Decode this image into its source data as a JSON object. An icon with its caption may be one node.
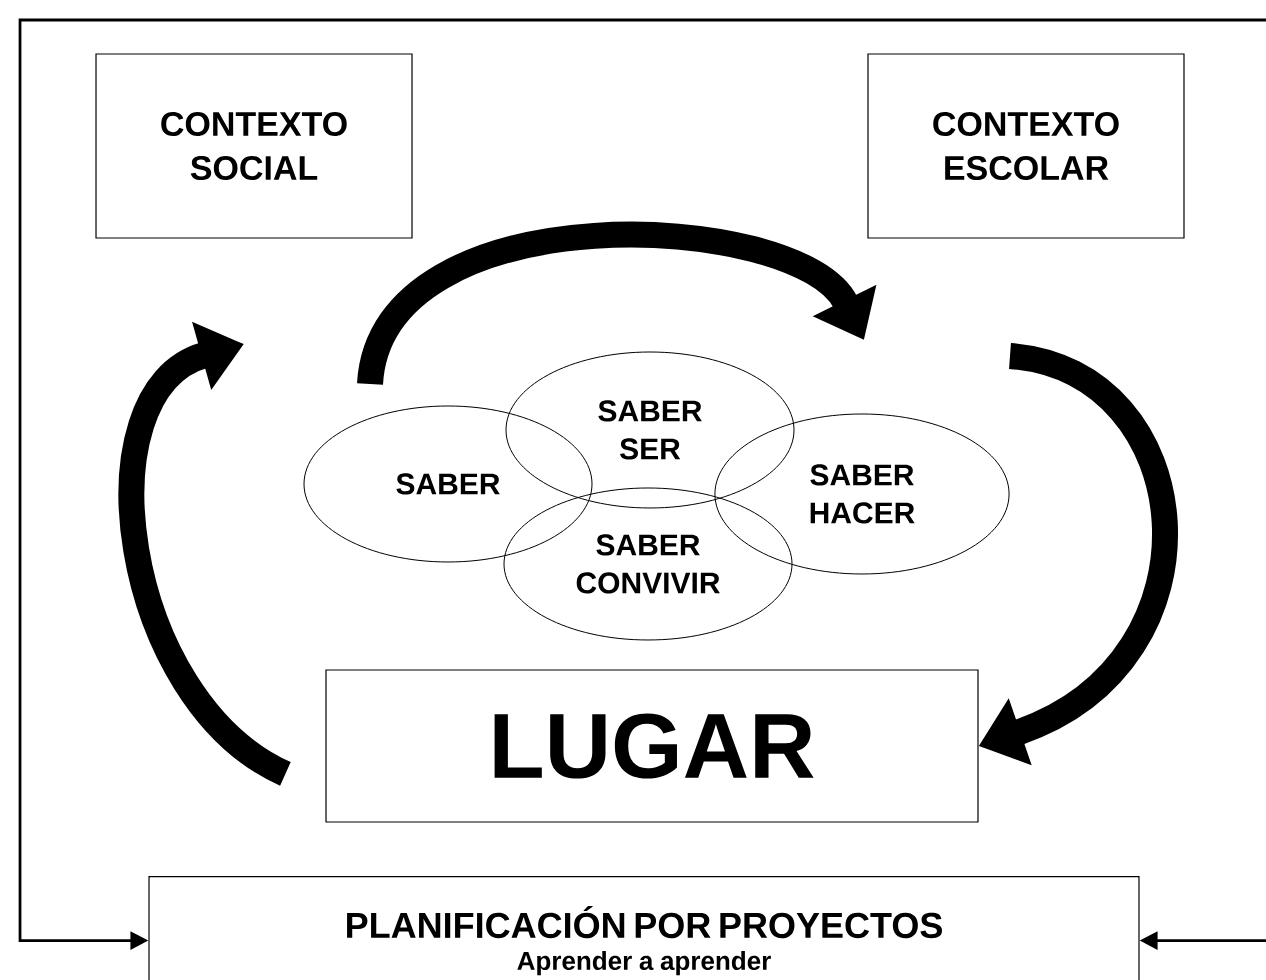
{
  "diagram": {
    "nodes": [
      {
        "text": [
          "CONTEXTO SOCIAL"
        ]
      },
      {
        "text": [
          "CONTEXTO ESCOLAR"
        ]
      },
      {
        "text": [
          "SABER"
        ]
      },
      {
        "text": [
          "SABER SER"
        ]
      },
      {
        "text": [
          "SABER HACER"
        ]
      },
      {
        "text": [
          "SABER CONVIVIR"
        ]
      },
      {
        "text": [
          "LUGAR"
        ]
      },
      {
        "text": [
          "PLANIFICACIÓN POR PROYECTOS",
          "Aprender a aprender"
        ]
      }
    ],
    "edges": [
      {
        "from": null,
        "to": 7,
        "arrow": "to"
      },
      {
        "from": null,
        "to": 7,
        "arrow": "to"
      },
      {
        "from": 6,
        "to": null,
        "arrow": "to",
        "style": "thick"
      },
      {
        "from": null,
        "to": 6,
        "arrow": "to",
        "style": "thick"
      }
    ]
  }
}
